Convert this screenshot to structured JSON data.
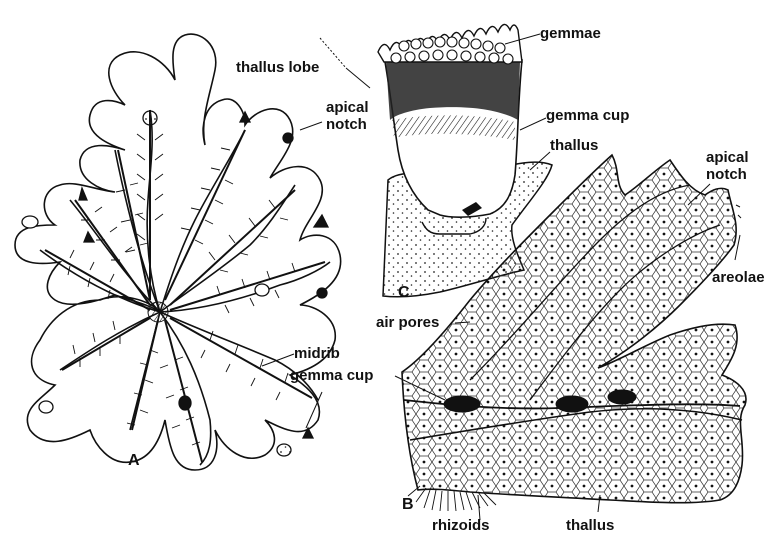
{
  "panels": {
    "a": "A",
    "b": "B",
    "c": "C"
  },
  "labels": {
    "thallus_lobe": "thallus lobe",
    "apical_notch_a_line1": "apical",
    "apical_notch_a_line2": "notch",
    "midrib": "midrib",
    "gemma_cup_a": "gemma cup",
    "gemmae": "gemmae",
    "gemma_cup_c": "gemma cup",
    "thallus_c": "thallus",
    "apical_notch_b_line1": "apical",
    "apical_notch_b_line2": "notch",
    "areolae": "areolae",
    "air_pores": "air pores",
    "rhizoids": "rhizoids",
    "thallus_b": "thallus"
  }
}
